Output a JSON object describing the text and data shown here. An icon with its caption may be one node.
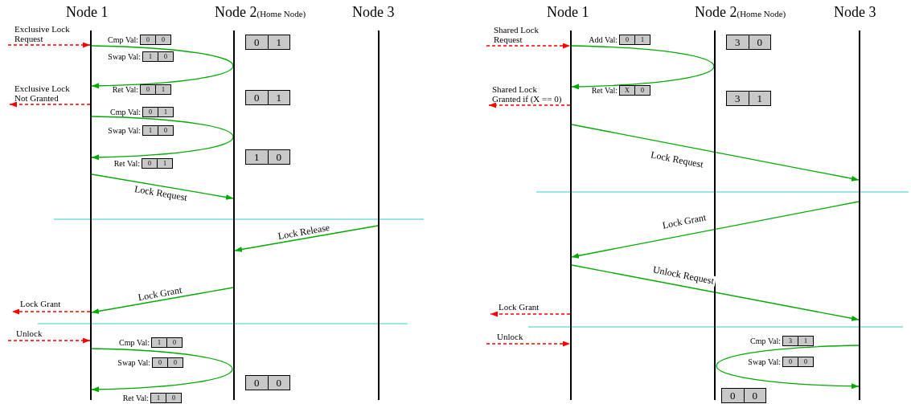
{
  "diagram": {
    "nodes": [
      {
        "text": [],
        "shape": "bar",
        "beside": [
          "Node 1"
        ]
      },
      {
        "text": [],
        "shape": "bar",
        "beside": [
          "Node 2",
          "(Home Node)"
        ]
      },
      {
        "text": [],
        "shape": "bar",
        "beside": [
          "Node 3"
        ]
      },
      {
        "text": [
          "0",
          "1"
        ]
      },
      {
        "text": [
          "0",
          "1"
        ]
      },
      {
        "text": [
          "1",
          "0"
        ]
      },
      {
        "text": [
          "0",
          "0"
        ]
      },
      {
        "text": [
          "0",
          "0"
        ],
        "beside": [
          "Cmp Val:"
        ]
      },
      {
        "text": [
          "1",
          "0"
        ],
        "beside": [
          "Swap Val:"
        ]
      },
      {
        "text": [
          "0",
          "1"
        ],
        "beside": [
          "Ret Val:"
        ]
      },
      {
        "text": [
          "0",
          "1"
        ],
        "beside": [
          "Cmp Val:"
        ]
      },
      {
        "text": [
          "1",
          "0"
        ],
        "beside": [
          "Swap Val:"
        ]
      },
      {
        "text": [
          "0",
          "1"
        ],
        "beside": [
          "Ret Val:"
        ]
      },
      {
        "text": [
          "1",
          "0"
        ],
        "beside": [
          "Cmp Val:"
        ]
      },
      {
        "text": [
          "0",
          "0"
        ],
        "beside": [
          "Swap Val:"
        ]
      },
      {
        "text": [
          "1",
          "0"
        ],
        "beside": [
          "Ret Val:"
        ]
      },
      {
        "text": [],
        "shape": "bar",
        "beside": [
          "Node 1"
        ]
      },
      {
        "text": [],
        "shape": "bar",
        "beside": [
          "Node 2",
          "(Home Node)"
        ]
      },
      {
        "text": [],
        "shape": "bar",
        "beside": [
          "Node 3"
        ]
      },
      {
        "text": [
          "3",
          "0"
        ]
      },
      {
        "text": [
          "3",
          "1"
        ]
      },
      {
        "text": [
          "0",
          "0"
        ]
      },
      {
        "text": [
          "0",
          "1"
        ],
        "beside": [
          "Add Val:"
        ]
      },
      {
        "text": [
          "X",
          "0"
        ],
        "beside": [
          "Ret Val:"
        ]
      },
      {
        "text": [
          "3",
          "1"
        ],
        "beside": [
          "Cmp Val:"
        ]
      },
      {
        "text": [
          "0",
          "0"
        ],
        "beside": [
          "Swap Val:"
        ]
      }
    ],
    "edges": [
      {
        "from": null,
        "to": 0,
        "arrow": "to",
        "label": "Exclusive Lock Request",
        "style": "dashed",
        "color": "#ff0000"
      },
      {
        "from": 0,
        "to": 0,
        "arrow": "to"
      },
      {
        "from": 0,
        "to": null,
        "arrow": "to",
        "label": "Exclusive Lock Not Granted",
        "style": "dashed",
        "color": "#ff0000"
      },
      {
        "from": 0,
        "to": 0,
        "arrow": "to"
      },
      {
        "from": 0,
        "to": 1,
        "arrow": "to",
        "label": "Lock Request"
      },
      {
        "from": 2,
        "to": 1,
        "arrow": "to",
        "label": "Lock Release"
      },
      {
        "from": 1,
        "to": 0,
        "arrow": "to",
        "label": "Lock Grant"
      },
      {
        "from": 0,
        "to": null,
        "arrow": "to",
        "label": "Lock Grant",
        "style": "dashed",
        "color": "#ff0000"
      },
      {
        "from": null,
        "to": 0,
        "arrow": "to",
        "label": "Unlock",
        "style": "dashed",
        "color": "#ff0000"
      },
      {
        "from": 0,
        "to": 0,
        "arrow": "to"
      },
      {
        "from": null,
        "to": 16,
        "arrow": "to",
        "label": "Shared Lock Request",
        "style": "dashed",
        "color": "#ff0000"
      },
      {
        "from": 16,
        "to": 16,
        "arrow": "to"
      },
      {
        "from": 16,
        "to": null,
        "arrow": "to",
        "label": "Shared Lock Granted if (X == 0)",
        "style": "dashed",
        "color": "#ff0000"
      },
      {
        "from": 16,
        "to": 18,
        "arrow": "to",
        "label": "Lock Request"
      },
      {
        "from": 18,
        "to": 16,
        "arrow": "to",
        "label": "Lock Grant"
      },
      {
        "from": 16,
        "to": 18,
        "arrow": "to",
        "label": "Unlock Request"
      },
      {
        "from": 16,
        "to": null,
        "arrow": "to",
        "label": "Lock Grant",
        "style": "dashed",
        "color": "#ff0000"
      },
      {
        "from": null,
        "to": 16,
        "arrow": "to",
        "label": "Unlock",
        "style": "dashed",
        "color": "#ff0000"
      },
      {
        "from": 18,
        "to": 18,
        "arrow": "to"
      }
    ]
  }
}
